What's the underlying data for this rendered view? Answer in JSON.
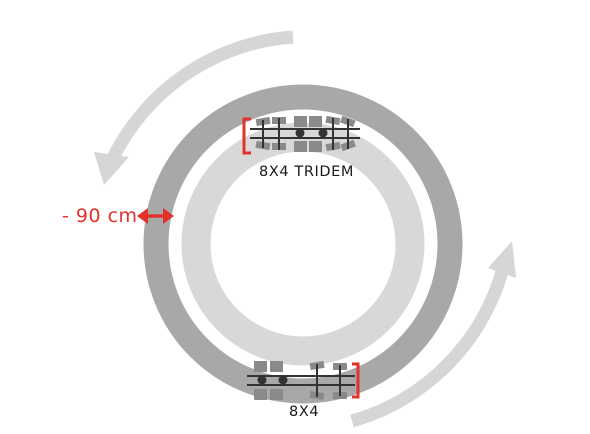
{
  "labels": {
    "offset": "- 90 cm",
    "top_vehicle": "8X4 TRIDEM",
    "bottom_vehicle": "8X4"
  },
  "colors": {
    "outer_ring": "#a8a8a8",
    "inner_ring": "#d8d8d8",
    "arrows": "#d6d6d6",
    "accent_red": "#e2322b",
    "vehicle_grey": "#888888",
    "vehicle_dark": "#3a3a3a",
    "text": "#1a1a1a"
  },
  "icons": [
    "rotation-arrow-icon",
    "double-arrow-icon",
    "truck-chassis-icon"
  ]
}
